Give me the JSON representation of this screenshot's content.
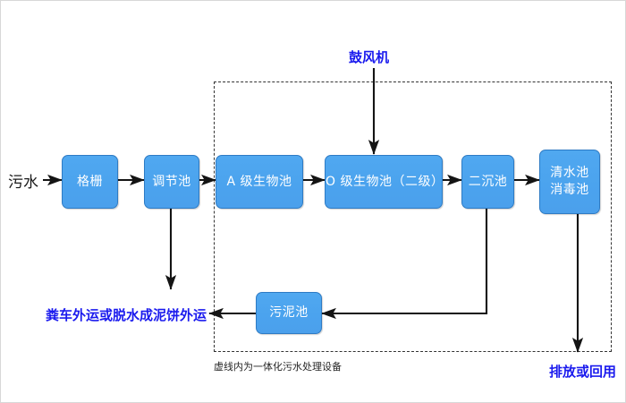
{
  "diagram": {
    "title_label": "鼓风机",
    "inlet_label": "污水",
    "caption": "虚线内为一体化污水处理设备",
    "sludge_outlet_label": "粪车外运或脱水成泥饼外运",
    "effluent_label": "排放或回用",
    "colors": {
      "node_fill": "#4BA3EE",
      "node_border": "#2E7BC4",
      "node_text": "#FFFFFF",
      "annotation_text": "#1A1AEE",
      "inlet_text": "#1A1A1A",
      "connector": "#1A1A1A",
      "dashed_border": "#333333",
      "background": "#FFFFFF"
    },
    "nodes": [
      {
        "id": "grille",
        "label": "格栅",
        "line1": "格栅",
        "line2": ""
      },
      {
        "id": "regulating",
        "label": "调节池",
        "line1": "调节池",
        "line2": ""
      },
      {
        "id": "a-stage",
        "label": "A 级生物池",
        "line1": "A 级生物池",
        "line2": ""
      },
      {
        "id": "o-stage",
        "label": "O 级生物池（二级）",
        "line1": "O 级生物池（二级）",
        "line2": ""
      },
      {
        "id": "secondary",
        "label": "二沉池",
        "line1": "二沉池",
        "line2": ""
      },
      {
        "id": "clearwater",
        "label": "清水池 消毒池",
        "line1": "清水池",
        "line2": "消毒池"
      },
      {
        "id": "sludge",
        "label": "污泥池",
        "line1": "污泥池",
        "line2": ""
      }
    ],
    "flow_sequence": [
      "污水",
      "格栅",
      "调节池",
      "A 级生物池",
      "O 级生物池（二级）",
      "二沉池",
      "清水池 消毒池",
      "排放或回用"
    ],
    "branch_flows": [
      {
        "from": "调节池",
        "to": "粪车外运或脱水成泥饼外运"
      },
      {
        "from": "二沉池",
        "to": "污泥池"
      },
      {
        "from": "污泥池",
        "to": "粪车外运或脱水成泥饼外运"
      },
      {
        "from": "鼓风机",
        "to": "O 级生物池（二级）"
      },
      {
        "from": "清水池 消毒池",
        "to": "排放或回用"
      }
    ]
  }
}
